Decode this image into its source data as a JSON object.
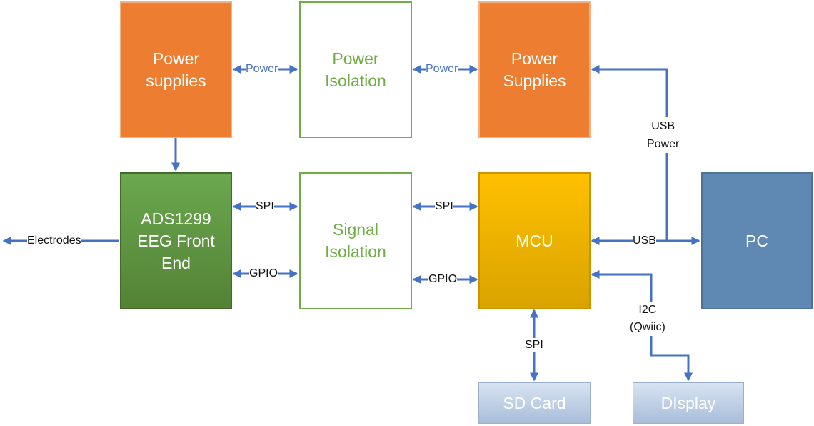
{
  "blocks": {
    "power_supplies_left": "Power\nsupplies",
    "power_isolation": "Power\nIsolation",
    "power_supplies_right": "Power\nSupplies",
    "ads1299": "ADS1299\nEEG Front\nEnd",
    "signal_isolation": "Signal\nIsolation",
    "mcu": "MCU",
    "pc": "PC",
    "sd_card": "SD Card",
    "display": "DIsplay"
  },
  "labels": {
    "power_1": "Power",
    "power_2": "Power",
    "usb_power": "USB\nPower",
    "spi_1": "SPI",
    "spi_2": "SPI",
    "gpio_1": "GPIO",
    "gpio_2": "GPIO",
    "usb": "USB",
    "electrodes": "Electrodes",
    "spi_sd": "SPI",
    "i2c": "I2C\n(Qwiic)"
  },
  "colors": {
    "arrow": "#4472c4",
    "power_block": "#ed7d31",
    "isolation_border": "#70ad47",
    "front_end": "#5a9a3c",
    "mcu": "#ffc000",
    "pc": "#5f88b2"
  }
}
